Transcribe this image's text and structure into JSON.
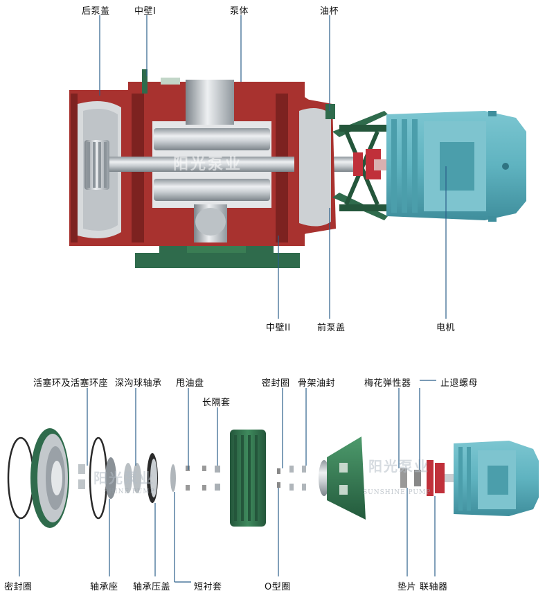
{
  "top_diagram": {
    "labels": {
      "rear_cover": "后泵盖",
      "mid_wall_1": "中壁I",
      "pump_body": "泵体",
      "oil_cup": "油杯",
      "mid_wall_2": "中壁II",
      "front_cover": "前泵盖",
      "motor": "电机"
    },
    "watermark": "阳光泵业"
  },
  "exploded_diagram": {
    "labels": {
      "piston_ring": "活塞环及活塞环座",
      "deep_groove_bearing": "深沟球轴承",
      "oil_slinger": "甩油盘",
      "long_spacer": "长隔套",
      "seal_ring_top": "密封圈",
      "skeleton_seal": "骨架油封",
      "plum_coupling": "梅花弹性器",
      "lock_nut": "止退螺母",
      "seal_ring_bottom": "密封圈",
      "bearing_seat": "轴承座",
      "bearing_cover": "轴承压盖",
      "short_spacer": "短衬套",
      "o_ring": "O型圈",
      "gasket": "垫片",
      "coupling": "联轴器"
    },
    "watermark_1": "阳光泵业",
    "watermark_1_sub": "SHINE PUMP",
    "watermark_2": "阳光泵业",
    "watermark_2_sub": "SUNSHINE PUMP"
  },
  "colors": {
    "housing_red": "#a8322f",
    "housing_dark_red": "#7d2220",
    "steel_light": "#d9dde0",
    "steel_mid": "#a9b0b6",
    "steel_dark": "#6e767d",
    "motor_teal": "#5fb3c0",
    "motor_teal_dark": "#3f8e9c",
    "base_green": "#2f6b4c",
    "casing_green": "#3a7d54",
    "coupling_red": "#c0303a",
    "leader_blue": "#2b5f8a"
  }
}
